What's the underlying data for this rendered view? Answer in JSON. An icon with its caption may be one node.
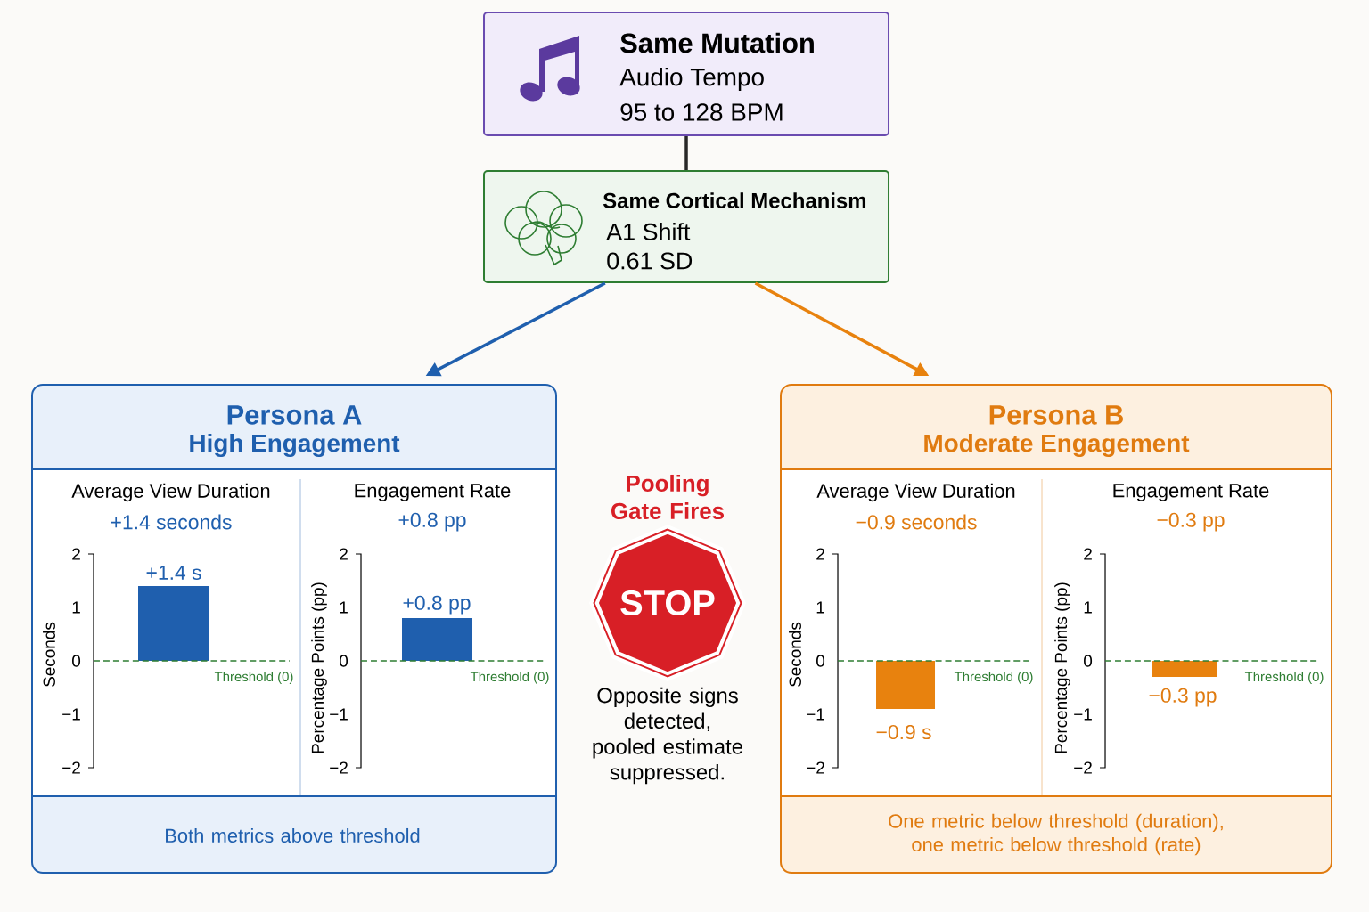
{
  "diagram": {
    "nodes": [
      {
        "text": [
          "Same Mutation",
          "Audio Tempo",
          "95 to 128 BPM"
        ]
      },
      {
        "text": [
          "Same Cortical Mechanism",
          "A1 Shift",
          "0.61 SD"
        ]
      },
      {
        "text": [
          "Persona A",
          "High Engagement"
        ]
      },
      {
        "text": [
          "Average View Duration",
          "+1.4 seconds"
        ],
        "in": 2
      },
      {
        "text": [
          "Engagement Rate",
          "+0.8 pp"
        ],
        "in": 2
      },
      {
        "text": [
          "Both metrics above threshold"
        ],
        "in": 2
      },
      {
        "text": [
          "Persona B",
          "Moderate Engagement"
        ]
      },
      {
        "text": [
          "Average View Duration",
          "−0.9 seconds"
        ],
        "in": 6
      },
      {
        "text": [
          "Engagement Rate",
          "−0.3 pp"
        ],
        "in": 6
      },
      {
        "text": [
          "One metric below threshold (duration), one metric below threshold (rate)"
        ],
        "in": 6
      },
      {
        "text": [
          "STOP"
        ],
        "beside": [
          "Pooling Gate Fires",
          "Opposite signs detected, pooled estimate suppressed."
        ]
      }
    ],
    "edges": [
      {
        "from": 0,
        "to": 1,
        "arrow": "none"
      },
      {
        "from": 1,
        "to": 2,
        "arrow": "to",
        "color": "#1f5fae"
      },
      {
        "from": 1,
        "to": 6,
        "arrow": "to",
        "color": "#e8820e"
      }
    ],
    "labels": [
      "2",
      "1",
      "0",
      "−1",
      "−2",
      "Seconds",
      "+1.4 s",
      "Threshold (0)",
      "2",
      "1",
      "0",
      "−1",
      "−2",
      "Percentage Points (pp)",
      "+0.8 pp",
      "Threshold (0)",
      "2",
      "1",
      "0",
      "−1",
      "−2",
      "Seconds",
      "−0.9 s",
      "Threshold (0)",
      "2",
      "1",
      "0",
      "−1",
      "−2",
      "Percentage Points (pp)",
      "−0.3 pp",
      "Threshold (0)"
    ]
  }
}
